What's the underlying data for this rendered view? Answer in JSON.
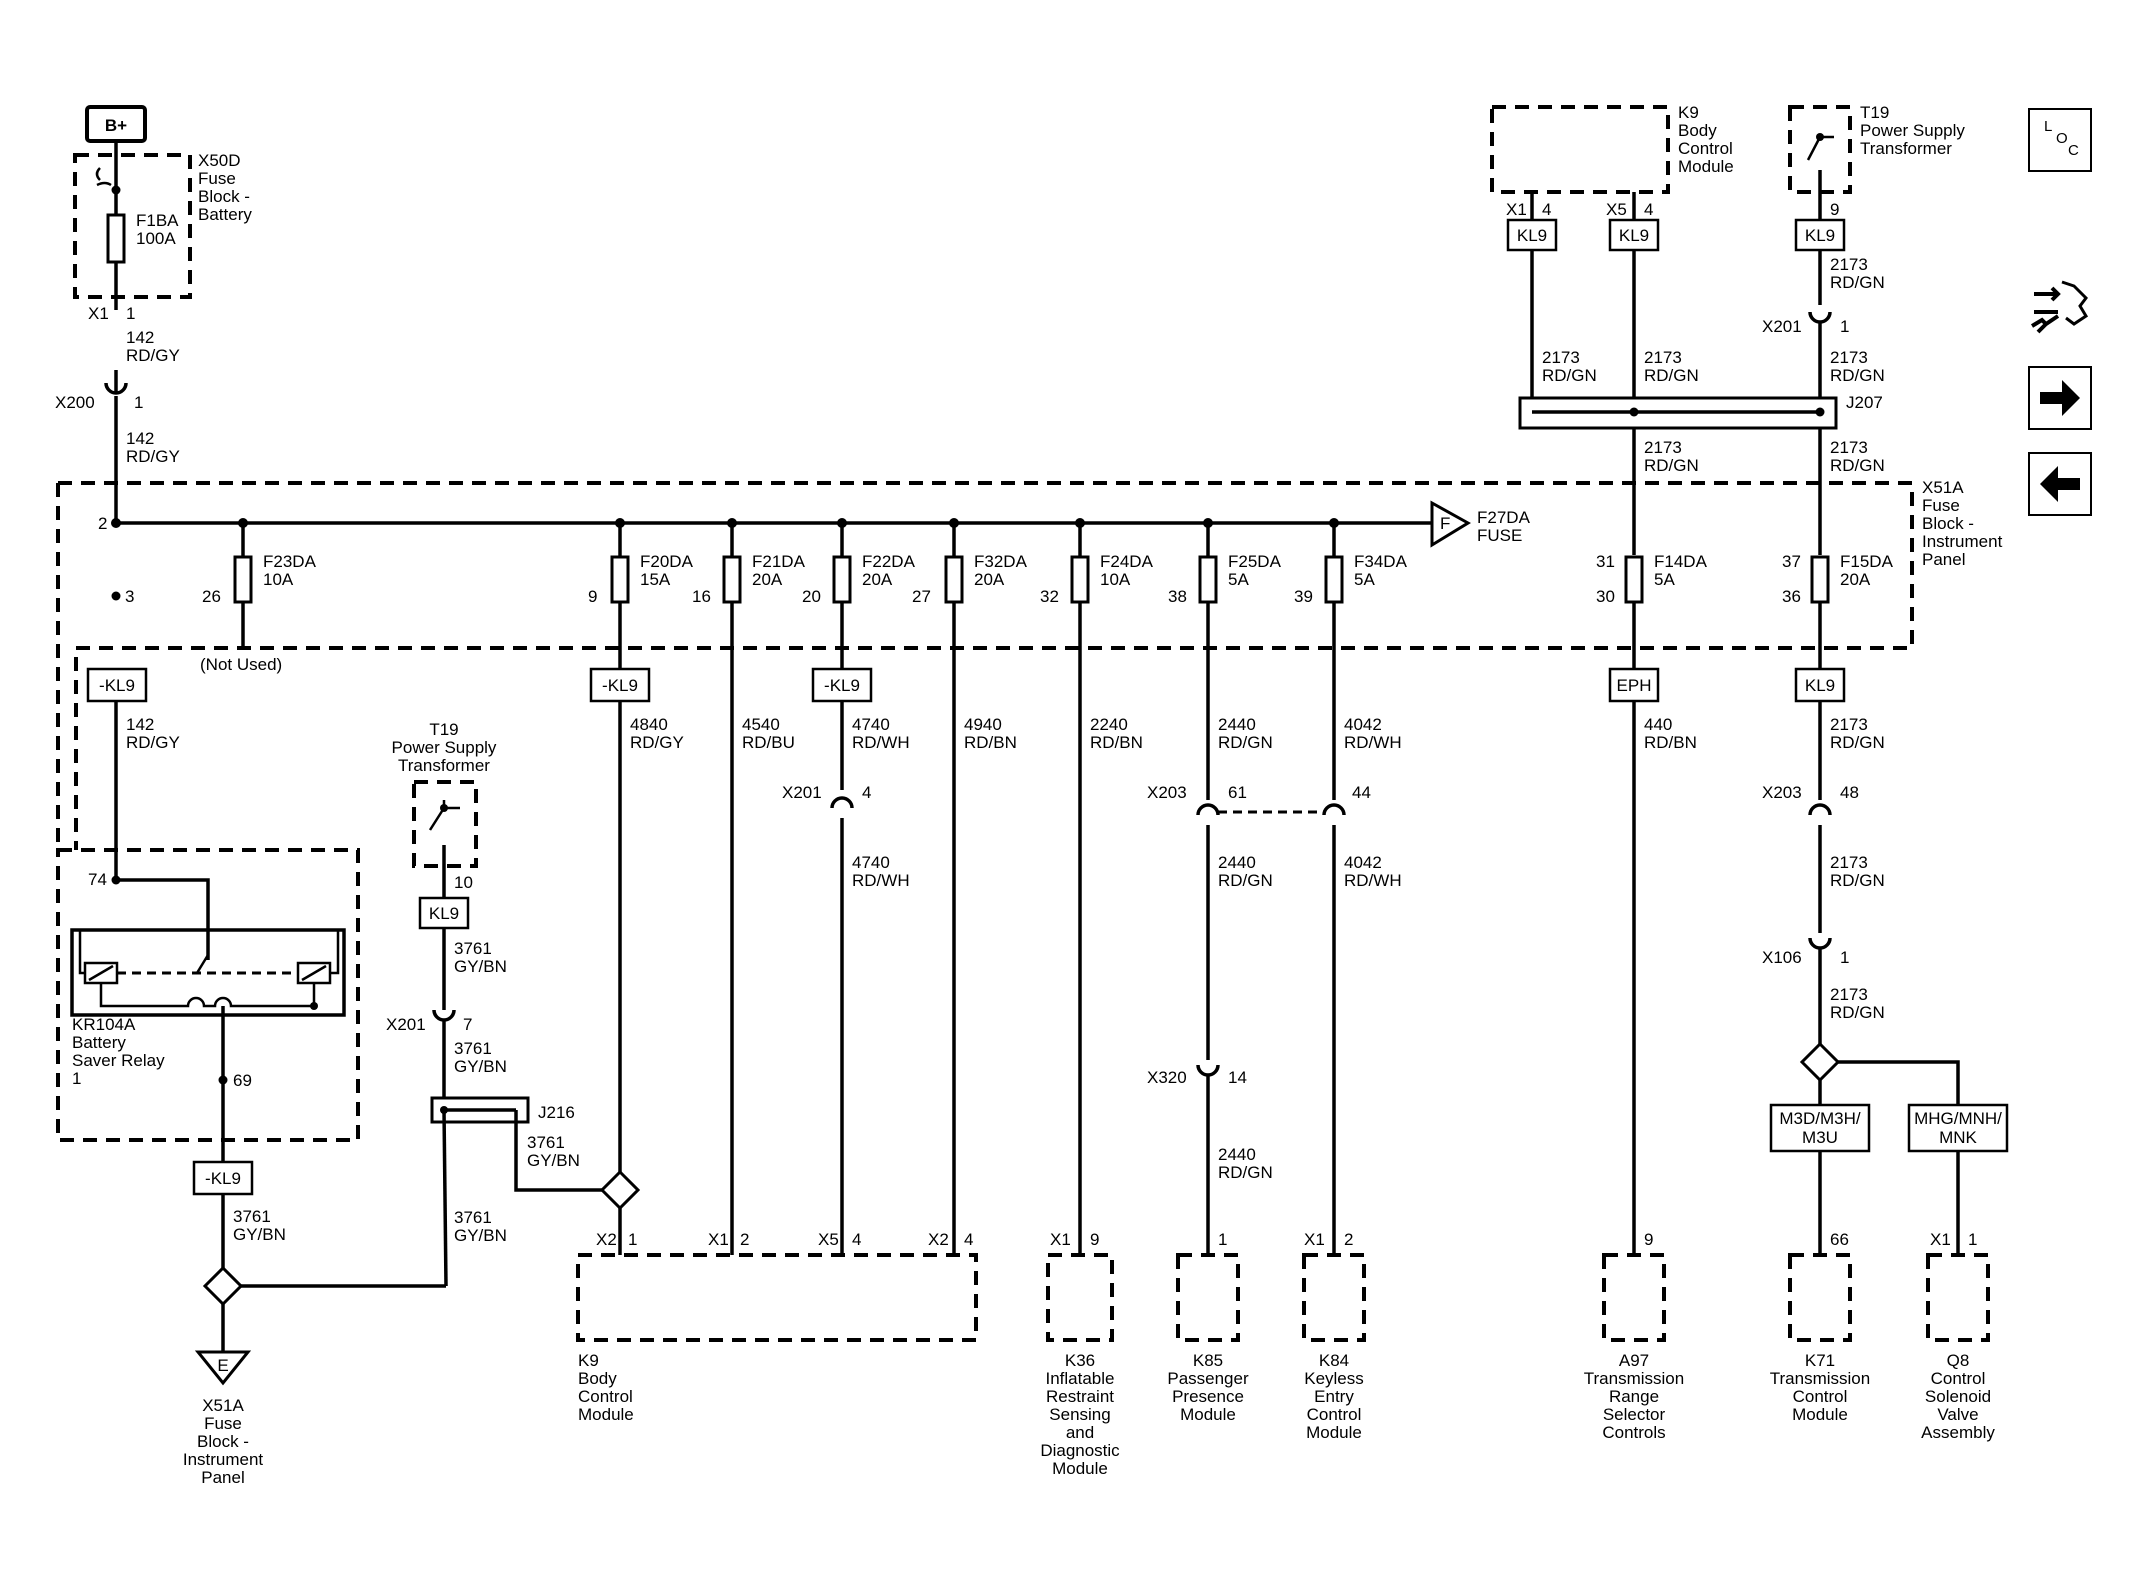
{
  "source": {
    "label": "B+"
  },
  "x50d": {
    "ref": "X50D",
    "l1": "Fuse",
    "l2": "Block -",
    "l3": "Battery",
    "fuse": "F1BA",
    "amp": "100A",
    "conn": "X1",
    "pin": "1"
  },
  "w142": {
    "num": "142",
    "color": "RD/GY"
  },
  "x200": {
    "ref": "X200",
    "pin": "1"
  },
  "x51a": {
    "ref": "X51A",
    "l1": "Fuse",
    "l2": "Block -",
    "l3": "Instrument",
    "l4": "Panel"
  },
  "bus": {
    "pin_left": "2",
    "pin_3": "3",
    "f27": "F27DA",
    "f27b": "FUSE",
    "f_letter": "F"
  },
  "fuses": [
    {
      "name": "F23DA",
      "amp": "10A",
      "pin": "26"
    },
    {
      "name": "F20DA",
      "amp": "15A",
      "pin": "9"
    },
    {
      "name": "F21DA",
      "amp": "20A",
      "pin": "16"
    },
    {
      "name": "F22DA",
      "amp": "20A",
      "pin": "20"
    },
    {
      "name": "F32DA",
      "amp": "20A",
      "pin": "27"
    },
    {
      "name": "F24DA",
      "amp": "10A",
      "pin": "32"
    },
    {
      "name": "F25DA",
      "amp": "5A",
      "pin": "38"
    },
    {
      "name": "F34DA",
      "amp": "5A",
      "pin": "39"
    },
    {
      "name": "F14DA",
      "amp": "5A",
      "pin_top": "31",
      "pin": "30"
    },
    {
      "name": "F15DA",
      "amp": "20A",
      "pin_top": "37",
      "pin": "36"
    }
  ],
  "not_used": "(Not Used)",
  "tags": {
    "mkl9": "-KL9",
    "kl9": "KL9",
    "eph": "EPH",
    "m3d": "M3D/M3H/",
    "m3u": "M3U",
    "mhg": "MHG/MNH/",
    "mnk": "MNK"
  },
  "wires": {
    "w4840": {
      "num": "4840",
      "color": "RD/GY"
    },
    "w4540": {
      "num": "4540",
      "color": "RD/BU"
    },
    "w4740": {
      "num": "4740",
      "color": "RD/WH"
    },
    "w4940": {
      "num": "4940",
      "color": "RD/BN"
    },
    "w2240": {
      "num": "2240",
      "color": "RD/BN"
    },
    "w2440": {
      "num": "2440",
      "color": "RD/GN"
    },
    "w4042": {
      "num": "4042",
      "color": "RD/WH"
    },
    "w440": {
      "num": "440",
      "color": "RD/BN"
    },
    "w2173": {
      "num": "2173",
      "color": "RD/GN"
    },
    "w3761": {
      "num": "3761",
      "color": "GY/BN"
    }
  },
  "connectors": {
    "x201": "X201",
    "x203": "X203",
    "x320": "X320",
    "x106": "X106",
    "p4": "4",
    "p61": "61",
    "p44": "44",
    "p48": "48",
    "p14": "14",
    "p1": "1",
    "p7": "7",
    "p10": "10",
    "p9": "9"
  },
  "relay": {
    "pin74": "74",
    "pin69": "69",
    "l1": "KR104A",
    "l2": "Battery",
    "l3": "Saver Relay",
    "l4": "1"
  },
  "t19": {
    "l1": "T19",
    "l2": "Power Supply",
    "l3": "Transformer"
  },
  "j216": "J216",
  "j207": "J207",
  "k9top": {
    "l1": "K9",
    "l2": "Body",
    "l3": "Control",
    "l4": "Module",
    "c1": "X1",
    "p1": "4",
    "c2": "X5",
    "p2": "4"
  },
  "ground": {
    "letter": "E",
    "l1": "X51A",
    "l2": "Fuse",
    "l3": "Block -",
    "l4": "Instrument",
    "l5": "Panel"
  },
  "bottom_pins": {
    "k9a": {
      "c": "X2",
      "p": "1"
    },
    "k9b": {
      "c": "X1",
      "p": "2"
    },
    "k9c": {
      "c": "X5",
      "p": "4"
    },
    "k9d": {
      "c": "X2",
      "p": "4"
    },
    "k36": {
      "c": "X1",
      "p": "9"
    },
    "k85": {
      "c": "",
      "p": "1"
    },
    "k84": {
      "c": "X1",
      "p": "2"
    },
    "a97": {
      "c": "",
      "p": "9"
    },
    "k71": {
      "c": "",
      "p": "66"
    },
    "q8": {
      "c": "X1",
      "p": "1"
    }
  },
  "modules": {
    "k9": [
      "K9",
      "Body",
      "Control",
      "Module"
    ],
    "k36": [
      "K36",
      "Inflatable",
      "Restraint",
      "Sensing",
      "and",
      "Diagnostic",
      "Module"
    ],
    "k85": [
      "K85",
      "Passenger",
      "Presence",
      "Module"
    ],
    "k84": [
      "K84",
      "Keyless",
      "Entry",
      "Control",
      "Module"
    ],
    "a97": [
      "A97",
      "Transmission",
      "Range",
      "Selector",
      "Controls"
    ],
    "k71": [
      "K71",
      "Transmission",
      "Control",
      "Module"
    ],
    "q8": [
      "Q8",
      "Control",
      "Solenoid",
      "Valve",
      "Assembly"
    ]
  },
  "nav": {
    "loc_l": "L",
    "loc_o": "O",
    "loc_c": "C",
    "loc_icon": "location-icon",
    "harness_icon": "harness-routing-icon",
    "next_icon": "arrow-right-icon",
    "prev_icon": "arrow-left-icon"
  }
}
